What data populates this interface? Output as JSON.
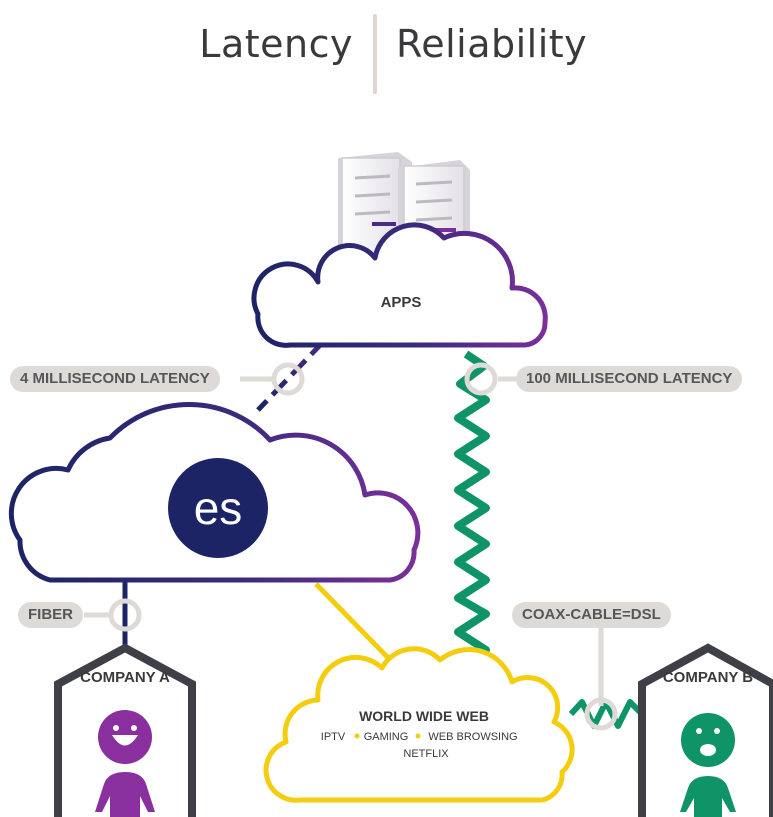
{
  "header": {
    "left": "Latency",
    "right": "Reliability"
  },
  "clouds": {
    "apps": "APPS",
    "es_logo": "es",
    "www_title": "WORLD WIDE WEB",
    "www_items": [
      "IPTV",
      "GAMING",
      "WEB BROWSING"
    ],
    "www_last": "NETFLIX"
  },
  "labels": {
    "latency_low": "4 MILLISECOND LATENCY",
    "latency_high": "100 MILLISECOND LATENCY",
    "fiber": "FIBER",
    "coax": "COAX-CABLE=DSL"
  },
  "houses": {
    "a": "COMPANY A",
    "b": "COMPANY B"
  },
  "colors": {
    "navy": "#1c2465",
    "purple": "#7b2f9a",
    "green": "#0f9467",
    "yellow": "#f5cd0f",
    "gray": "#dedad7",
    "house": "#3f3f47"
  },
  "icons": [
    "server-icon",
    "happy-person-icon",
    "sad-person-icon"
  ]
}
